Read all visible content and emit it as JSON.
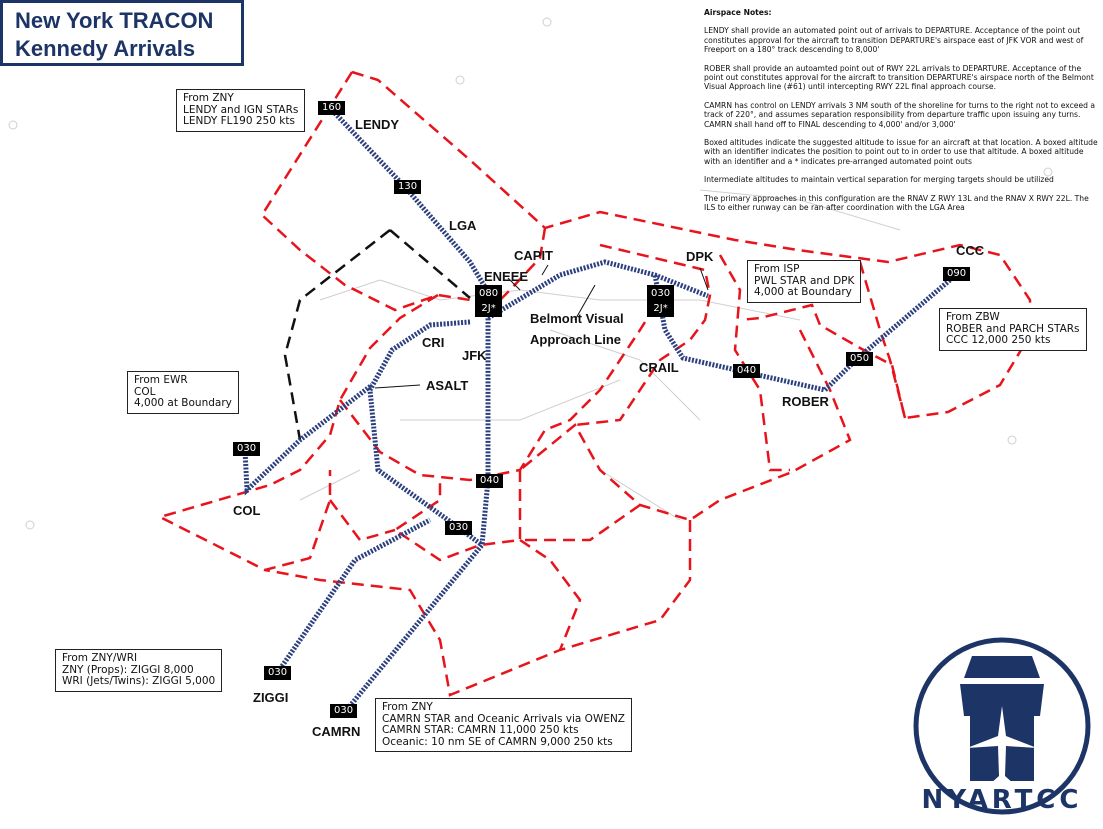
{
  "title": {
    "line1": "New York TRACON",
    "line2": "Kennedy Arrivals"
  },
  "notes": {
    "heading": "Airspace Notes:",
    "paragraphs": [
      "LENDY shall provide an automated point out of arrivals to DEPARTURE.  Acceptance of the point out constitutes approval for the aircraft to transition DEPARTURE's airspace east of JFK VOR and west of Freeport on a 180° track descending to 8,000'",
      "ROBER shall provide an autoamted point out of RWY 22L arrivals to DEPARTURE.  Acceptance of the point out constitutes approval for the aircraft to transition DEPARTURE's airspace north of the Belmont Visual Approach line (#61) until intercepting RWY 22L final approach course.",
      "CAMRN has control on LENDY arrivals 3 NM south of the shoreline for turns to the right not to exceed a track of 220°, and assumes separation responsibility from departure traffic upon issuing any turns.  CAMRN shall hand off to FINAL descending to 4,000' and/or 3,000'",
      "Boxed altitudes indicate the suggested altitude to issue for an aircraft at that location.  A boxed altitude with an identifier indicates the position to point out to in order to use that altitude.  A boxed altitude with an identifier and a * indicates pre-arranged automated point outs",
      "Intermediate altitudes to maintain vertical separation for merging targets should be utilized",
      "The primary approaches in this configuration are the RNAV Z RWY 13L and the RNAV X RWY 22L. The ILS to either runway can be ran after coordination with the LGA Area"
    ]
  },
  "info_boxes": {
    "zny_lendy": [
      "From ZNY",
      "LENDY and IGN STARs",
      "LENDY FL190 250 kts"
    ],
    "isp": [
      "From ISP",
      "PWL STAR and DPK",
      "4,000 at Boundary"
    ],
    "zbw": [
      "From ZBW",
      "ROBER and PARCH STARs",
      "CCC 12,000 250 kts"
    ],
    "ewr": [
      "From EWR",
      "COL",
      "4,000 at Boundary"
    ],
    "wri": [
      "From ZNY/WRI",
      "ZNY (Props): ZIGGI 8,000",
      "WRI (Jets/Twins): ZIGGI 5,000"
    ],
    "camrn": [
      "From ZNY",
      "CAMRN STAR and Oceanic Arrivals via OWENZ",
      "CAMRN STAR: CAMRN 11,000 250 kts",
      "Oceanic: 10 nm SE of CAMRN 9,000 250 kts"
    ]
  },
  "altitudes": {
    "lendy": "160",
    "lendy2": "130",
    "jfk_a": "080",
    "jfk_b": "2J*",
    "crail_a": "030",
    "crail_b": "2J*",
    "ccc": "090",
    "rober1": "050",
    "rober2": "040",
    "final": "040",
    "camrn_merge": "030",
    "col": "030",
    "ziggi": "030",
    "camrn": "030"
  },
  "fixes": {
    "lendy": "LENDY",
    "lga": "LGA",
    "capit": "CAPIT",
    "eneee": "ENEEE",
    "dpk": "DPK",
    "ccc": "CCC",
    "cri": "CRI",
    "jfk": "JFK",
    "asalt": "ASALT",
    "belmont1": "Belmont Visual",
    "belmont2": "Approach Line",
    "crail": "CRAIL",
    "rober": "ROBER",
    "col": "COL",
    "ziggi": "ZIGGI",
    "camrn": "CAMRN"
  },
  "logo": {
    "text": "NYARTCC"
  },
  "colors": {
    "airspace": "#e8131b",
    "route": "#2b3f7e",
    "brand": "#1d3466"
  }
}
